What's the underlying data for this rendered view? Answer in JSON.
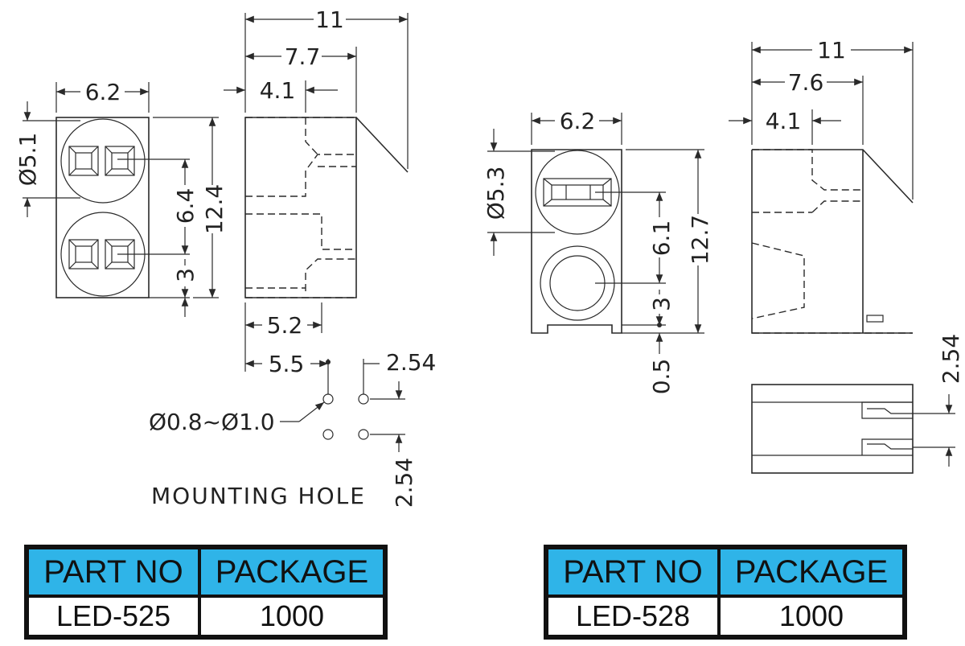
{
  "left_drawing": {
    "dims": {
      "total_depth": "11",
      "depth_77": "7.7",
      "depth_41": "4.1",
      "width": "6.2",
      "lens_diameter": "Ø5.1",
      "height": "12.4",
      "pitch": "6.4",
      "bottom_offset": "3",
      "pin_depth_52": "5.2",
      "pin_depth_55": "5.5",
      "pin_spacing_h": "2.54",
      "hole_diameter": "Ø0.8~Ø1.0",
      "pin_spacing_v": "2.54"
    },
    "caption": "MOUNTING HOLE"
  },
  "right_drawing": {
    "dims": {
      "total_depth": "11",
      "depth_76": "7.6",
      "depth_41": "4.1",
      "width": "6.2",
      "lens_diameter": "Ø5.3",
      "height": "12.7",
      "pitch": "6.1",
      "bottom_offset": "3",
      "standoff": "0.5",
      "pin_spacing": "2.54"
    }
  },
  "tables": [
    {
      "header": {
        "part_no": "PART NO",
        "package": "PACKAGE"
      },
      "row": {
        "part_no": "LED-525",
        "package": "1000"
      }
    },
    {
      "header": {
        "part_no": "PART NO",
        "package": "PACKAGE"
      },
      "row": {
        "part_no": "LED-528",
        "package": "1000"
      }
    }
  ],
  "colors": {
    "table_header": "#2fb4e8",
    "line": "#2a2a2a"
  }
}
